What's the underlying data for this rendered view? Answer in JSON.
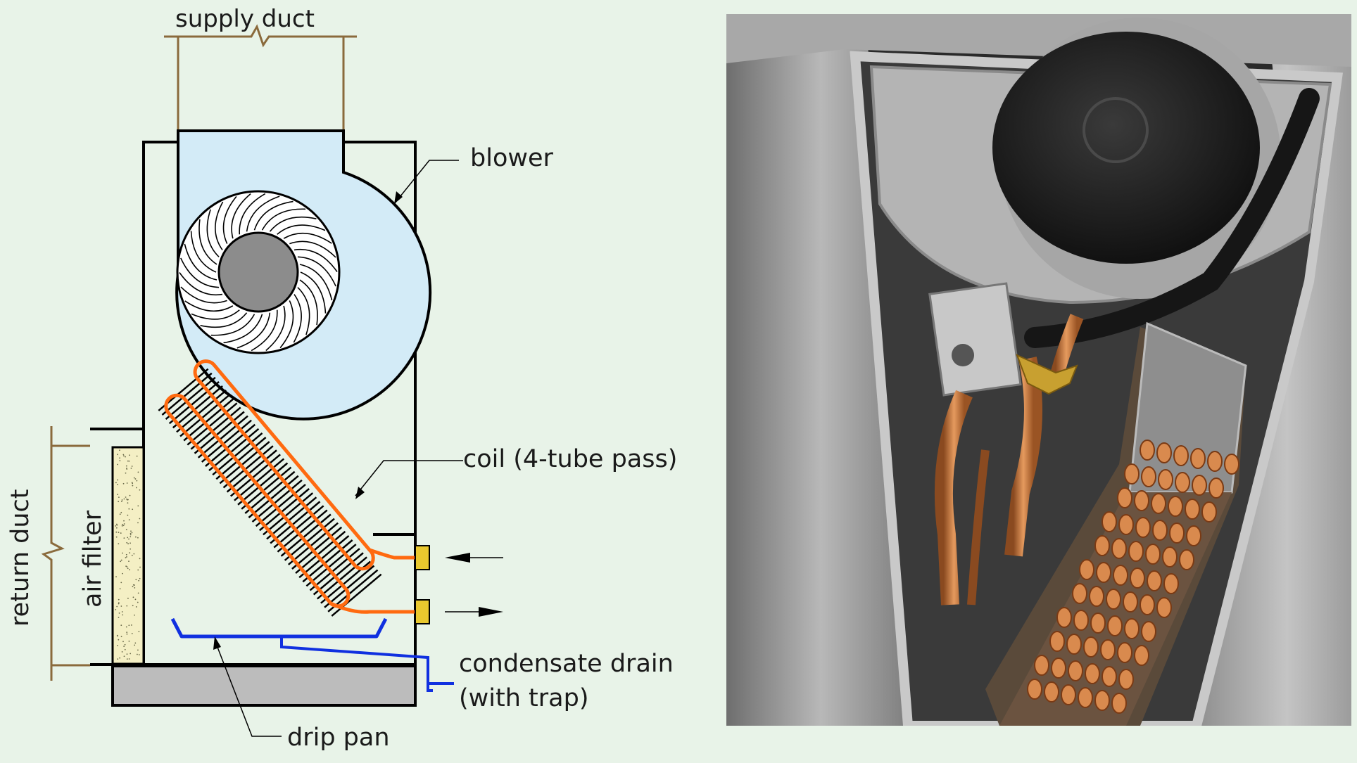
{
  "labels": {
    "supply_duct": "supply duct",
    "blower": "blower",
    "coil": "coil (4-tube pass)",
    "return_duct": "return duct",
    "air_filter": "air filter",
    "condensate_drain_line1": "condensate drain",
    "condensate_drain_line2": "(with trap)",
    "drip_pan": "drip pan"
  },
  "colors": {
    "background": "#e8f3e8",
    "cabinet_outline": "#000000",
    "blower_housing": "#d3ebf7",
    "blower_hub": "#8c8c8c",
    "coil_tube": "#ff6a10",
    "coil_fins": "#000000",
    "drain_line": "#1030e0",
    "filter": "#f4efc4",
    "base_plate": "#bcbcbc",
    "pipe_fitting": "#e9c82e",
    "duct_bracket": "#8a6a3c",
    "photo_metal": "#9a9a9a",
    "photo_copper": "#c8743a",
    "photo_dark": "#1e1e1e"
  },
  "photo": {
    "subject": "photograph of an air-handler unit showing blower and copper refrigerant coil"
  }
}
